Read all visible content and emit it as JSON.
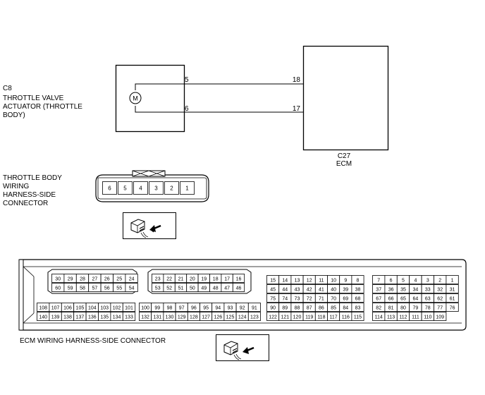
{
  "actuator": {
    "code": "C8",
    "name_lines": [
      "THROTTLE VALVE",
      "ACTUATOR (THROTTLE",
      "BODY)"
    ],
    "motor_symbol": "M",
    "pins": [
      "5",
      "6"
    ]
  },
  "ecm": {
    "code": "C27",
    "name": "ECM",
    "pins": [
      "18",
      "17"
    ]
  },
  "throttle_connector": {
    "label_lines": [
      "THROTTLE BODY",
      "WIRING",
      "HARNESS-SIDE",
      "CONNECTOR"
    ],
    "pins": [
      "6",
      "5",
      "4",
      "3",
      "2",
      "1"
    ],
    "icon": "connector-view-icon"
  },
  "ecm_connector": {
    "label": "ECM WIRING HARNESS-SIDE CONNECTOR",
    "icon": "connector-view-icon",
    "block_a": {
      "row1": [
        "30",
        "29",
        "28",
        "27",
        "26",
        "25",
        "24"
      ],
      "row2": [
        "60",
        "59",
        "58",
        "57",
        "56",
        "55",
        "54"
      ],
      "row3": [
        "108",
        "107",
        "106",
        "105",
        "104",
        "103",
        "102",
        "101"
      ],
      "row4": [
        "140",
        "139",
        "138",
        "137",
        "136",
        "135",
        "134",
        "133"
      ]
    },
    "block_b": {
      "row1": [
        "23",
        "22",
        "21",
        "20",
        "19",
        "18",
        "17",
        "16"
      ],
      "row2": [
        "53",
        "52",
        "51",
        "50",
        "49",
        "48",
        "47",
        "46"
      ],
      "row3": [
        "100",
        "99",
        "98",
        "97",
        "96",
        "95",
        "94",
        "93",
        "92",
        "91"
      ],
      "row4": [
        "132",
        "131",
        "130",
        "129",
        "128",
        "127",
        "126",
        "125",
        "124",
        "123"
      ]
    },
    "block_c": {
      "row1": [
        "15",
        "14",
        "13",
        "12",
        "11",
        "10",
        "9",
        "8"
      ],
      "row2": [
        "45",
        "44",
        "43",
        "42",
        "41",
        "40",
        "39",
        "38"
      ],
      "row3": [
        "75",
        "74",
        "73",
        "72",
        "71",
        "70",
        "69",
        "68"
      ],
      "row4": [
        "90",
        "89",
        "88",
        "87",
        "86",
        "85",
        "84",
        "83"
      ],
      "row5": [
        "122",
        "121",
        "120",
        "119",
        "118",
        "117",
        "116",
        "115"
      ]
    },
    "block_d": {
      "row1": [
        "7",
        "6",
        "5",
        "4",
        "3",
        "2",
        "1"
      ],
      "row2": [
        "37",
        "36",
        "35",
        "34",
        "33",
        "32",
        "31"
      ],
      "row3": [
        "67",
        "66",
        "65",
        "64",
        "63",
        "62",
        "61"
      ],
      "row4": [
        "82",
        "81",
        "80",
        "79",
        "78",
        "77",
        "76"
      ],
      "row5": [
        "114",
        "113",
        "112",
        "111",
        "110",
        "109"
      ]
    }
  }
}
